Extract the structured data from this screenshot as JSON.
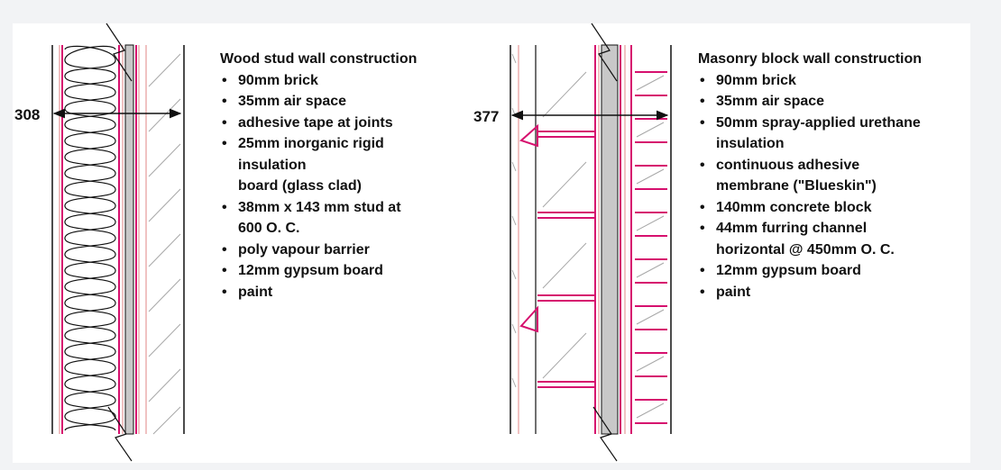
{
  "colors": {
    "background": "#f2f3f5",
    "panel": "#ffffff",
    "membrane": "#d6106e",
    "brick_line": "#e59a9a",
    "hatch": "#a8a8a8",
    "air_barrier": "#c8c8c8",
    "outline": "#111111"
  },
  "wood": {
    "dimension": "308",
    "title": "Wood stud wall construction",
    "items": [
      "90mm brick",
      "35mm air space",
      "adhesive tape at joints",
      "25mm inorganic rigid\ninsulation\nboard (glass clad)",
      "38mm x 143 mm stud at\n600 O. C.",
      "poly vapour barrier",
      "12mm gypsum board",
      "paint"
    ]
  },
  "masonry": {
    "dimension": "377",
    "title": "Masonry block wall construction",
    "items": [
      "90mm brick",
      "35mm air space",
      "50mm spray-applied urethane\ninsulation",
      "continuous adhesive\nmembrane (\"Blueskin\")",
      "140mm concrete block",
      "44mm furring channel\nhorizontal @ 450mm O. C.",
      "12mm gypsum board",
      "paint"
    ]
  }
}
